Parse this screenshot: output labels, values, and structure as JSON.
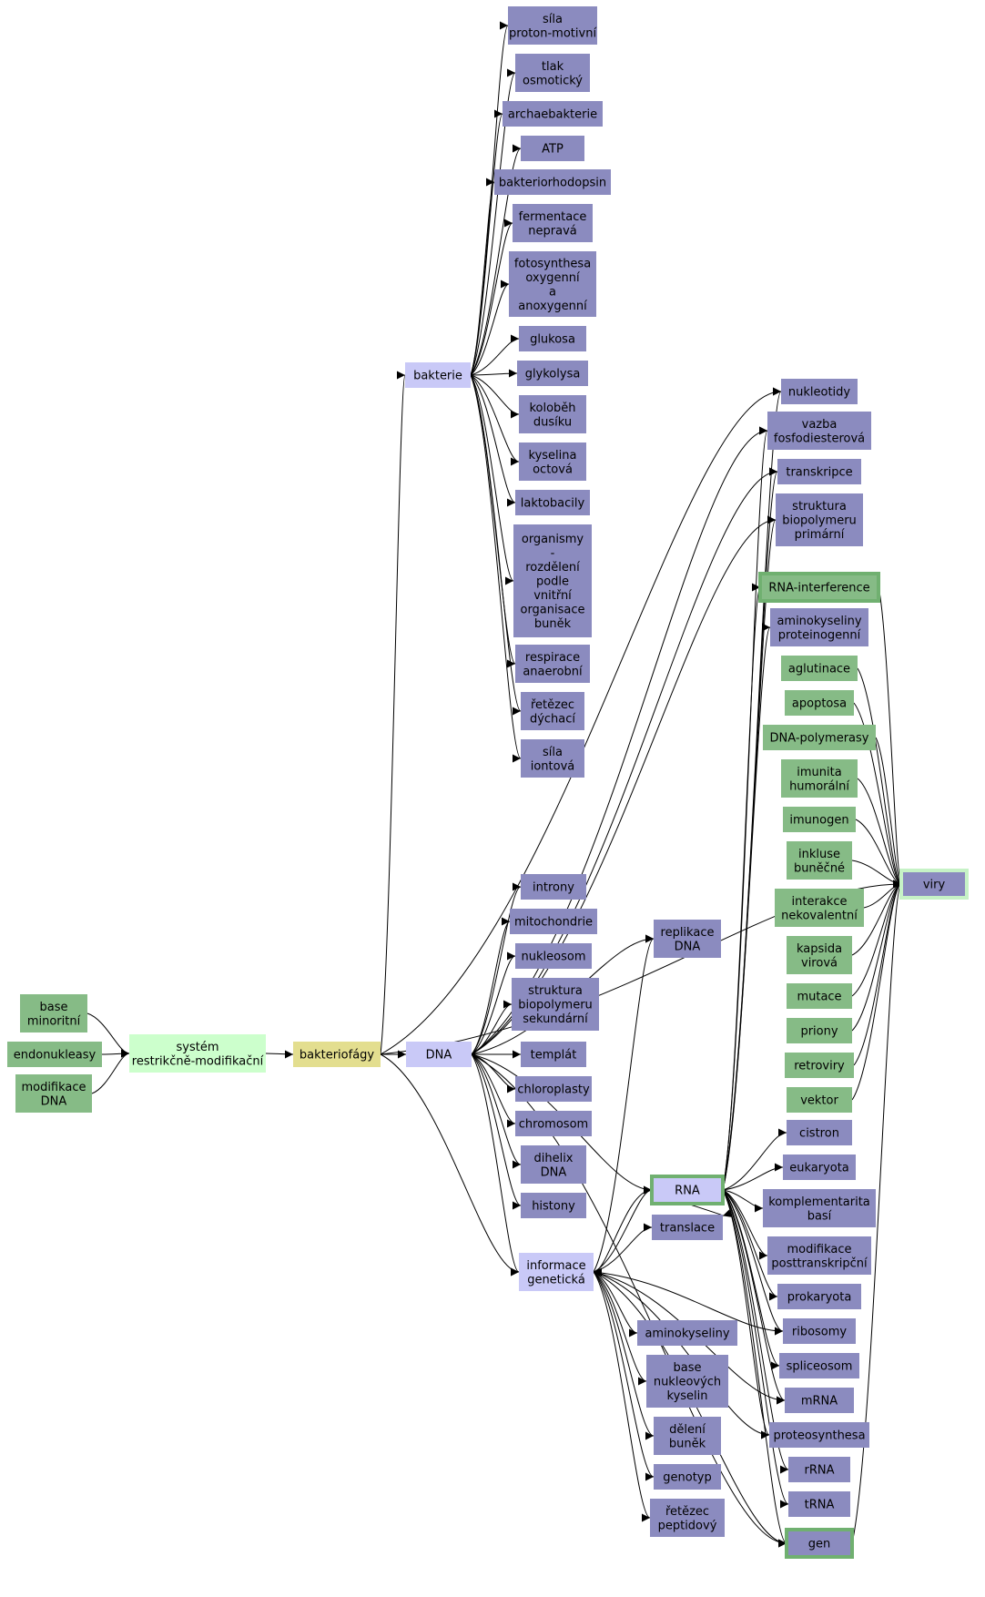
{
  "colors": {
    "purple": "#8b8bbf",
    "green": "#86bb86",
    "lightblue": "#c9c9f7",
    "lightgreen": "#ccffcc",
    "yellow": "#e3de8f",
    "green_border": "#70b070",
    "lightgreen_border": "#c6f2c6",
    "edge": "#000000"
  },
  "nodes": [
    {
      "id": "sila_pm",
      "label": "síla\nproton-motivní",
      "color": "purple"
    },
    {
      "id": "tlak",
      "label": "tlak\nosmotický",
      "color": "purple"
    },
    {
      "id": "archae",
      "label": "archaebakterie",
      "color": "purple"
    },
    {
      "id": "atp",
      "label": "ATP",
      "color": "purple"
    },
    {
      "id": "bakrhod",
      "label": "bakteriorhodopsin",
      "color": "purple"
    },
    {
      "id": "ferment",
      "label": "fermentace\nnepravá",
      "color": "purple"
    },
    {
      "id": "fotosyn",
      "label": "fotosynthesa\noxygenní\na\nanoxygenní",
      "color": "purple"
    },
    {
      "id": "glukosa",
      "label": "glukosa",
      "color": "purple"
    },
    {
      "id": "glykolysa",
      "label": "glykolysa",
      "color": "purple"
    },
    {
      "id": "kolobeh",
      "label": "koloběh\ndusíku",
      "color": "purple"
    },
    {
      "id": "kyselina",
      "label": "kyselina\noctová",
      "color": "purple"
    },
    {
      "id": "laktobac",
      "label": "laktobacily",
      "color": "purple"
    },
    {
      "id": "organismy",
      "label": "organismy\n-\nrozdělení\npodle\nvnitřní\norganisace\nbuněk",
      "color": "purple"
    },
    {
      "id": "respirace",
      "label": "respirace\nanaerobní",
      "color": "purple"
    },
    {
      "id": "retezec_d",
      "label": "řetězec\ndýchací",
      "color": "purple"
    },
    {
      "id": "sila_i",
      "label": "síla\niontová",
      "color": "purple"
    },
    {
      "id": "bakterie",
      "label": "bakterie",
      "color": "lightblue"
    },
    {
      "id": "nukleotidy",
      "label": "nukleotidy",
      "color": "purple"
    },
    {
      "id": "vazba",
      "label": "vazba\nfosfodiesterová",
      "color": "purple"
    },
    {
      "id": "transkripce",
      "label": "transkripce",
      "color": "purple"
    },
    {
      "id": "strukt_prim",
      "label": "struktura\nbiopolymeru\nprimární",
      "color": "purple"
    },
    {
      "id": "rnai",
      "label": "RNA-interference",
      "color": "green"
    },
    {
      "id": "aminoprot",
      "label": "aminokyseliny\nproteinogenní",
      "color": "purple"
    },
    {
      "id": "aglutinace",
      "label": "aglutinace",
      "color": "green"
    },
    {
      "id": "apoptosa",
      "label": "apoptosa",
      "color": "green"
    },
    {
      "id": "dnapol",
      "label": "DNA-polymerasy",
      "color": "green"
    },
    {
      "id": "imunita",
      "label": "imunita\nhumorální",
      "color": "green"
    },
    {
      "id": "imunogen",
      "label": "imunogen",
      "color": "green"
    },
    {
      "id": "inkluse",
      "label": "inkluse\nbuněčné",
      "color": "green"
    },
    {
      "id": "interakce",
      "label": "interakce\nnekovalentní",
      "color": "green"
    },
    {
      "id": "viry",
      "label": "viry",
      "color": "purple"
    },
    {
      "id": "kapsida",
      "label": "kapsida\nvirová",
      "color": "green"
    },
    {
      "id": "mutace",
      "label": "mutace",
      "color": "green"
    },
    {
      "id": "priony",
      "label": "priony",
      "color": "green"
    },
    {
      "id": "retroviry",
      "label": "retroviry",
      "color": "green"
    },
    {
      "id": "vektor",
      "label": "vektor",
      "color": "green"
    },
    {
      "id": "introny",
      "label": "introny",
      "color": "purple"
    },
    {
      "id": "mitoch",
      "label": "mitochondrie",
      "color": "purple"
    },
    {
      "id": "nukleosom",
      "label": "nukleosom",
      "color": "purple"
    },
    {
      "id": "strukt_sek",
      "label": "struktura\nbiopolymeru\nsekundární",
      "color": "purple"
    },
    {
      "id": "replikace",
      "label": "replikace\nDNA",
      "color": "purple"
    },
    {
      "id": "base_min",
      "label": "base\nminoritní",
      "color": "green"
    },
    {
      "id": "endonuk",
      "label": "endonukleasy",
      "color": "green"
    },
    {
      "id": "modif_dna",
      "label": "modifikace\nDNA",
      "color": "green"
    },
    {
      "id": "system",
      "label": "systém\nrestrikčně-modifikační",
      "color": "lightgreen"
    },
    {
      "id": "bakteriofagy",
      "label": "bakteriofágy",
      "color": "yellow"
    },
    {
      "id": "dna",
      "label": "DNA",
      "color": "lightblue"
    },
    {
      "id": "templat",
      "label": "templát",
      "color": "purple"
    },
    {
      "id": "chloro",
      "label": "chloroplasty",
      "color": "purple"
    },
    {
      "id": "chromosom",
      "label": "chromosom",
      "color": "purple"
    },
    {
      "id": "dihelix",
      "label": "dihelix\nDNA",
      "color": "purple"
    },
    {
      "id": "histony",
      "label": "histony",
      "color": "purple"
    },
    {
      "id": "cistron",
      "label": "cistron",
      "color": "purple"
    },
    {
      "id": "eukaryota",
      "label": "eukaryota",
      "color": "purple"
    },
    {
      "id": "rna",
      "label": "RNA",
      "color": "lightblue"
    },
    {
      "id": "kompl",
      "label": "komplementarita\nbasí",
      "color": "purple"
    },
    {
      "id": "translace",
      "label": "translace",
      "color": "purple"
    },
    {
      "id": "modif_post",
      "label": "modifikace\nposttranskripční",
      "color": "purple"
    },
    {
      "id": "informace",
      "label": "informace\ngenetická",
      "color": "lightblue"
    },
    {
      "id": "prokaryota",
      "label": "prokaryota",
      "color": "purple"
    },
    {
      "id": "ribosomy",
      "label": "ribosomy",
      "color": "purple"
    },
    {
      "id": "aminokys",
      "label": "aminokyseliny",
      "color": "purple"
    },
    {
      "id": "spliceosom",
      "label": "spliceosom",
      "color": "purple"
    },
    {
      "id": "base_nuk",
      "label": "base\nnukleových\nkyselin",
      "color": "purple"
    },
    {
      "id": "mrna",
      "label": "mRNA",
      "color": "purple"
    },
    {
      "id": "deleni",
      "label": "dělení\nbuněk",
      "color": "purple"
    },
    {
      "id": "proteosyn",
      "label": "proteosynthesa",
      "color": "purple"
    },
    {
      "id": "genotyp",
      "label": "genotyp",
      "color": "purple"
    },
    {
      "id": "rrna",
      "label": "rRNA",
      "color": "purple"
    },
    {
      "id": "retezec_p",
      "label": "řetězec\npeptidový",
      "color": "purple"
    },
    {
      "id": "trna",
      "label": "tRNA",
      "color": "purple"
    },
    {
      "id": "gen",
      "label": "gen",
      "color": "purple"
    }
  ],
  "edges": [
    [
      "base_min",
      "system"
    ],
    [
      "endonuk",
      "system"
    ],
    [
      "modif_dna",
      "system"
    ],
    [
      "system",
      "bakteriofagy"
    ],
    [
      "bakteriofagy",
      "dna"
    ],
    [
      "bakteriofagy",
      "bakterie"
    ],
    [
      "bakteriofagy",
      "informace"
    ],
    [
      "bakteriofagy",
      "viry"
    ],
    [
      "bakteriofagy",
      "nukleotidy"
    ],
    [
      "bakterie",
      "sila_pm"
    ],
    [
      "bakterie",
      "tlak"
    ],
    [
      "bakterie",
      "archae"
    ],
    [
      "bakterie",
      "atp"
    ],
    [
      "bakterie",
      "bakrhod"
    ],
    [
      "bakterie",
      "ferment"
    ],
    [
      "bakterie",
      "fotosyn"
    ],
    [
      "bakterie",
      "glukosa"
    ],
    [
      "bakterie",
      "glykolysa"
    ],
    [
      "bakterie",
      "kolobeh"
    ],
    [
      "bakterie",
      "kyselina"
    ],
    [
      "bakterie",
      "laktobac"
    ],
    [
      "bakterie",
      "organismy"
    ],
    [
      "bakterie",
      "respirace"
    ],
    [
      "bakterie",
      "retezec_d"
    ],
    [
      "bakterie",
      "sila_i"
    ],
    [
      "dna",
      "introny"
    ],
    [
      "dna",
      "mitoch"
    ],
    [
      "dna",
      "nukleosom"
    ],
    [
      "dna",
      "strukt_sek"
    ],
    [
      "dna",
      "templat"
    ],
    [
      "dna",
      "chloro"
    ],
    [
      "dna",
      "chromosom"
    ],
    [
      "dna",
      "dihelix"
    ],
    [
      "dna",
      "histony"
    ],
    [
      "dna",
      "replikace"
    ],
    [
      "dna",
      "rna"
    ],
    [
      "dna",
      "informace"
    ],
    [
      "dna",
      "transkripce"
    ],
    [
      "dna",
      "vazba"
    ],
    [
      "dna",
      "strukt_prim"
    ],
    [
      "dna",
      "gen"
    ],
    [
      "informace",
      "rna"
    ],
    [
      "informace",
      "replikace"
    ],
    [
      "informace",
      "translace"
    ],
    [
      "informace",
      "aminokys"
    ],
    [
      "informace",
      "base_nuk"
    ],
    [
      "informace",
      "deleni"
    ],
    [
      "informace",
      "genotyp"
    ],
    [
      "informace",
      "retezec_p"
    ],
    [
      "informace",
      "gen"
    ],
    [
      "informace",
      "mrna"
    ],
    [
      "informace",
      "proteosyn"
    ],
    [
      "informace",
      "ribosomy"
    ],
    [
      "rna",
      "nukleotidy"
    ],
    [
      "rna",
      "vazba"
    ],
    [
      "rna",
      "transkripce"
    ],
    [
      "rna",
      "strukt_prim"
    ],
    [
      "rna",
      "rnai"
    ],
    [
      "rna",
      "aminoprot"
    ],
    [
      "rna",
      "cistron"
    ],
    [
      "rna",
      "eukaryota"
    ],
    [
      "rna",
      "kompl"
    ],
    [
      "rna",
      "modif_post"
    ],
    [
      "rna",
      "prokaryota"
    ],
    [
      "rna",
      "ribosomy"
    ],
    [
      "rna",
      "spliceosom"
    ],
    [
      "rna",
      "mrna"
    ],
    [
      "rna",
      "proteosyn"
    ],
    [
      "rna",
      "rrna"
    ],
    [
      "rna",
      "trna"
    ],
    [
      "rna",
      "gen"
    ],
    [
      "rna",
      "translace"
    ],
    [
      "rna",
      "informace"
    ],
    [
      "rnai",
      "viry"
    ],
    [
      "aglutinace",
      "viry"
    ],
    [
      "apoptosa",
      "viry"
    ],
    [
      "dnapol",
      "viry"
    ],
    [
      "imunita",
      "viry"
    ],
    [
      "imunogen",
      "viry"
    ],
    [
      "inkluse",
      "viry"
    ],
    [
      "interakce",
      "viry"
    ],
    [
      "kapsida",
      "viry"
    ],
    [
      "mutace",
      "viry"
    ],
    [
      "priony",
      "viry"
    ],
    [
      "retroviry",
      "viry"
    ],
    [
      "vektor",
      "viry"
    ],
    [
      "gen",
      "viry"
    ]
  ]
}
